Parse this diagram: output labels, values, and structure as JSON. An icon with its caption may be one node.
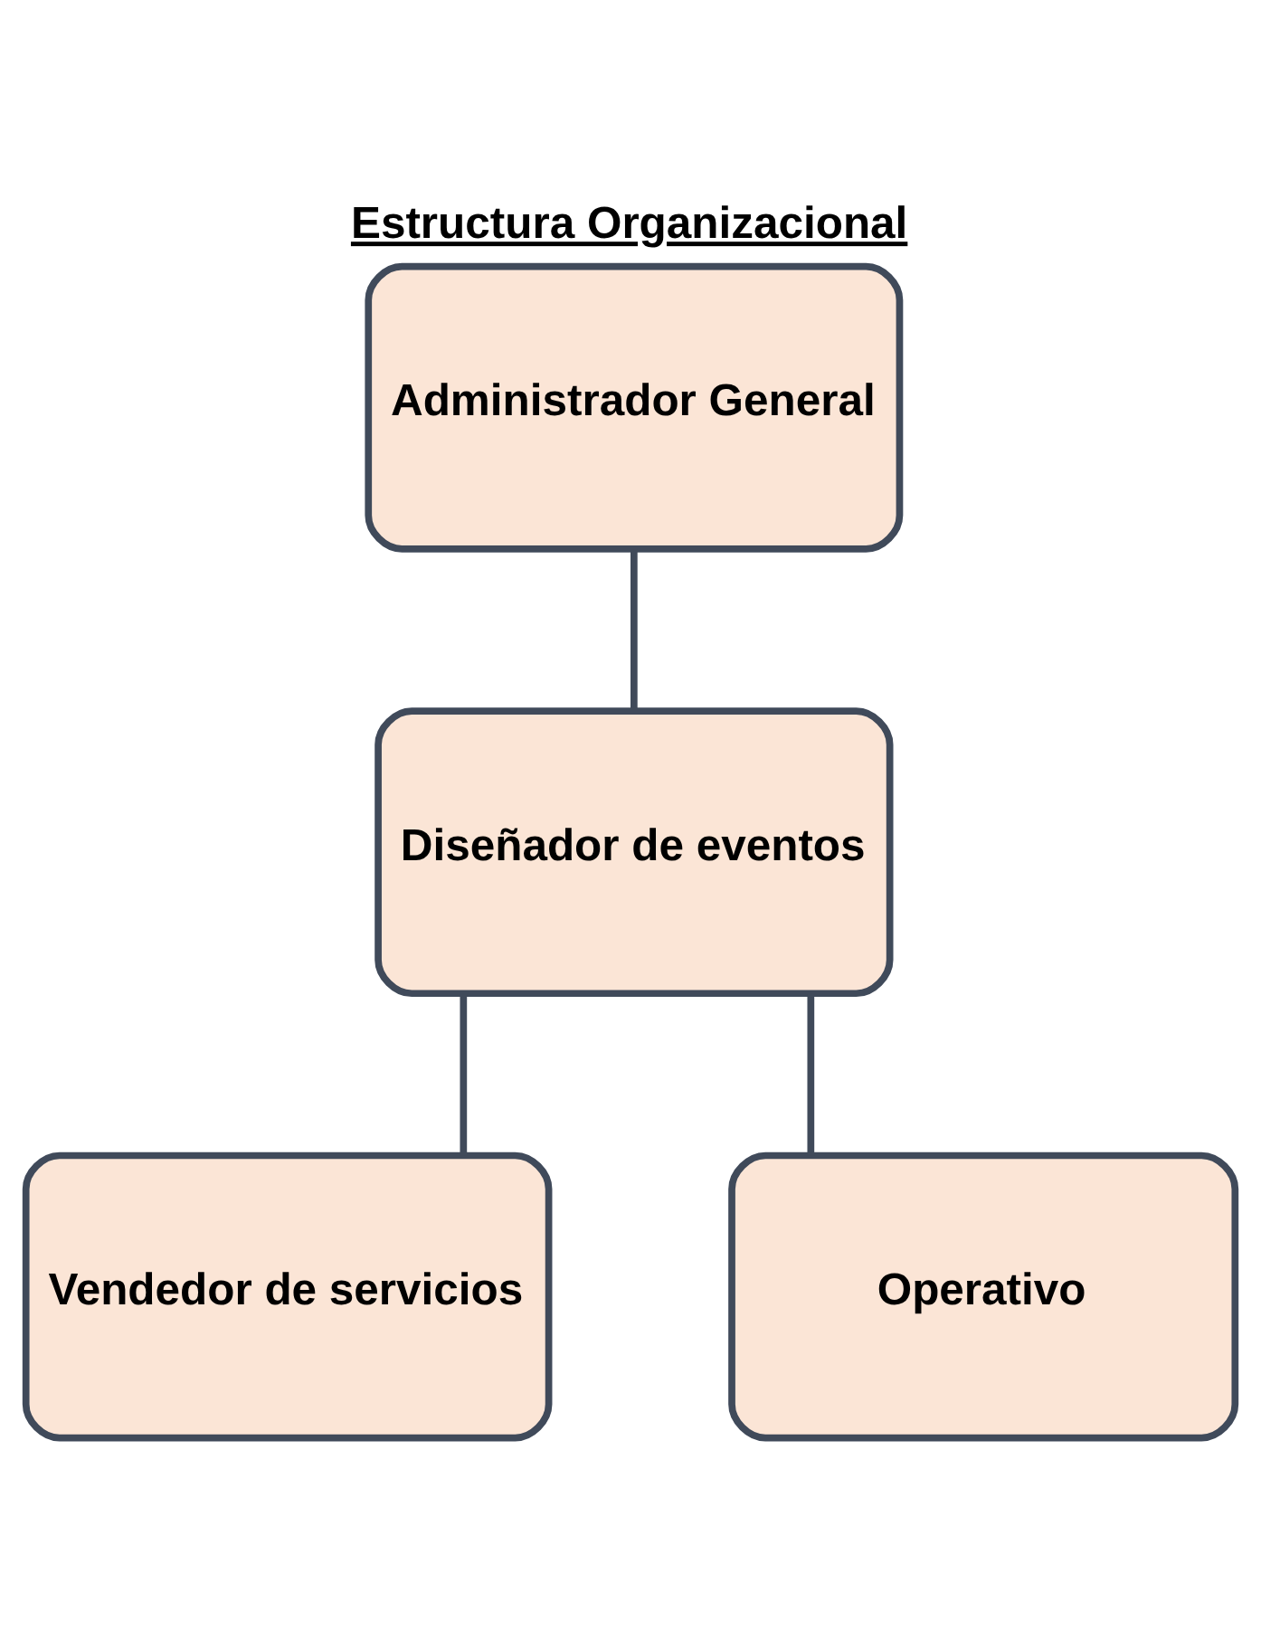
{
  "diagram": {
    "title": "Estructura Organizacional",
    "nodes": [
      {
        "text": [
          "Administrador General"
        ]
      },
      {
        "text": [
          "Diseñador de eventos"
        ]
      },
      {
        "text": [
          "Vendedor de servicios"
        ]
      },
      {
        "text": [
          "Operativo"
        ]
      }
    ],
    "edges": [
      {
        "from": 0,
        "to": 1,
        "arrow": "none"
      },
      {
        "from": 1,
        "to": 2,
        "arrow": "none"
      },
      {
        "from": 1,
        "to": 3,
        "arrow": "none"
      }
    ]
  }
}
